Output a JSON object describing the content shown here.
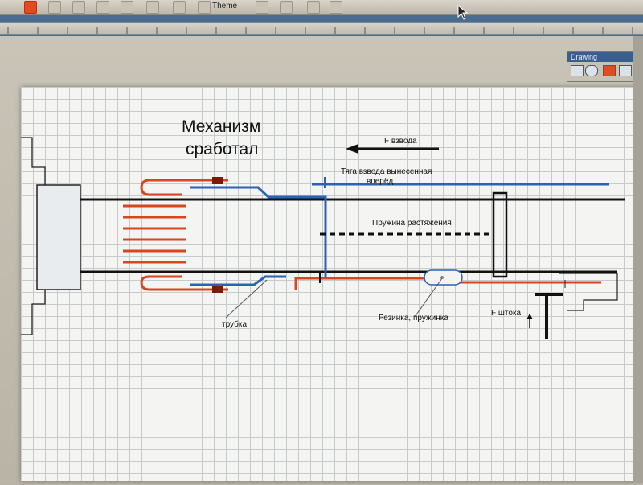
{
  "toolbar": {
    "theme_label": "Theme"
  },
  "palette": {
    "title": "Drawing"
  },
  "diagram": {
    "title_line1": "Механизм",
    "title_line2": "сработал",
    "force_cock": "F взвода",
    "rod_label_line1": "Тяга взвода вынесенная",
    "rod_label_line2": "вперёд",
    "spring_label": "Пружина растяжения",
    "tube_label": "трубка",
    "rubber_label": "Резинка, пружинка",
    "force_rod": "F штока"
  },
  "colors": {
    "blue": "#2a62b8",
    "red": "#d7461f",
    "black": "#111111"
  }
}
